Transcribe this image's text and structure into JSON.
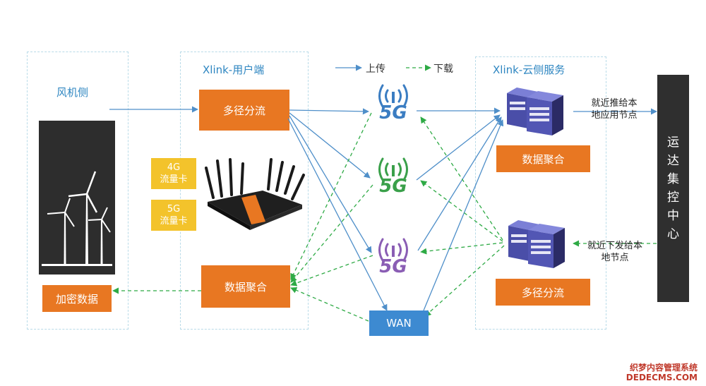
{
  "zones": {
    "turbine": {
      "title": "风机侧"
    },
    "user": {
      "title": "Xlink-用户端"
    },
    "cloud": {
      "title": "Xlink-云侧服务"
    }
  },
  "legend": {
    "upload": "上传",
    "download": "下载"
  },
  "user_side": {
    "multipath": "多径分流",
    "aggregate": "数据聚合",
    "sim_4g": [
      "4G",
      "流量卡"
    ],
    "sim_5g": [
      "5G",
      "流量卡"
    ]
  },
  "turbine_side": {
    "encrypted": "加密数据"
  },
  "network": {
    "labels": [
      "5G",
      "5G",
      "5G"
    ],
    "wan": "WAN"
  },
  "cloud_side": {
    "aggregate": "数据聚合",
    "multipath": "多径分流",
    "push_note": [
      "就近推给本",
      "地应用节点"
    ],
    "send_note": [
      "就近下发给本",
      "地节点"
    ]
  },
  "control_center": [
    "运",
    "达",
    "集",
    "控",
    "中",
    "心"
  ],
  "watermark": [
    "织梦内容管理系统",
    "DEDECMS.COM"
  ],
  "colors": {
    "upload": "#4f8fc9",
    "download": "#2eaa45",
    "accent": "#e87722",
    "signal_5g_1": "#3b7dc2",
    "signal_5g_2": "#3aa04a",
    "signal_5g_3": "#8a5db4"
  }
}
